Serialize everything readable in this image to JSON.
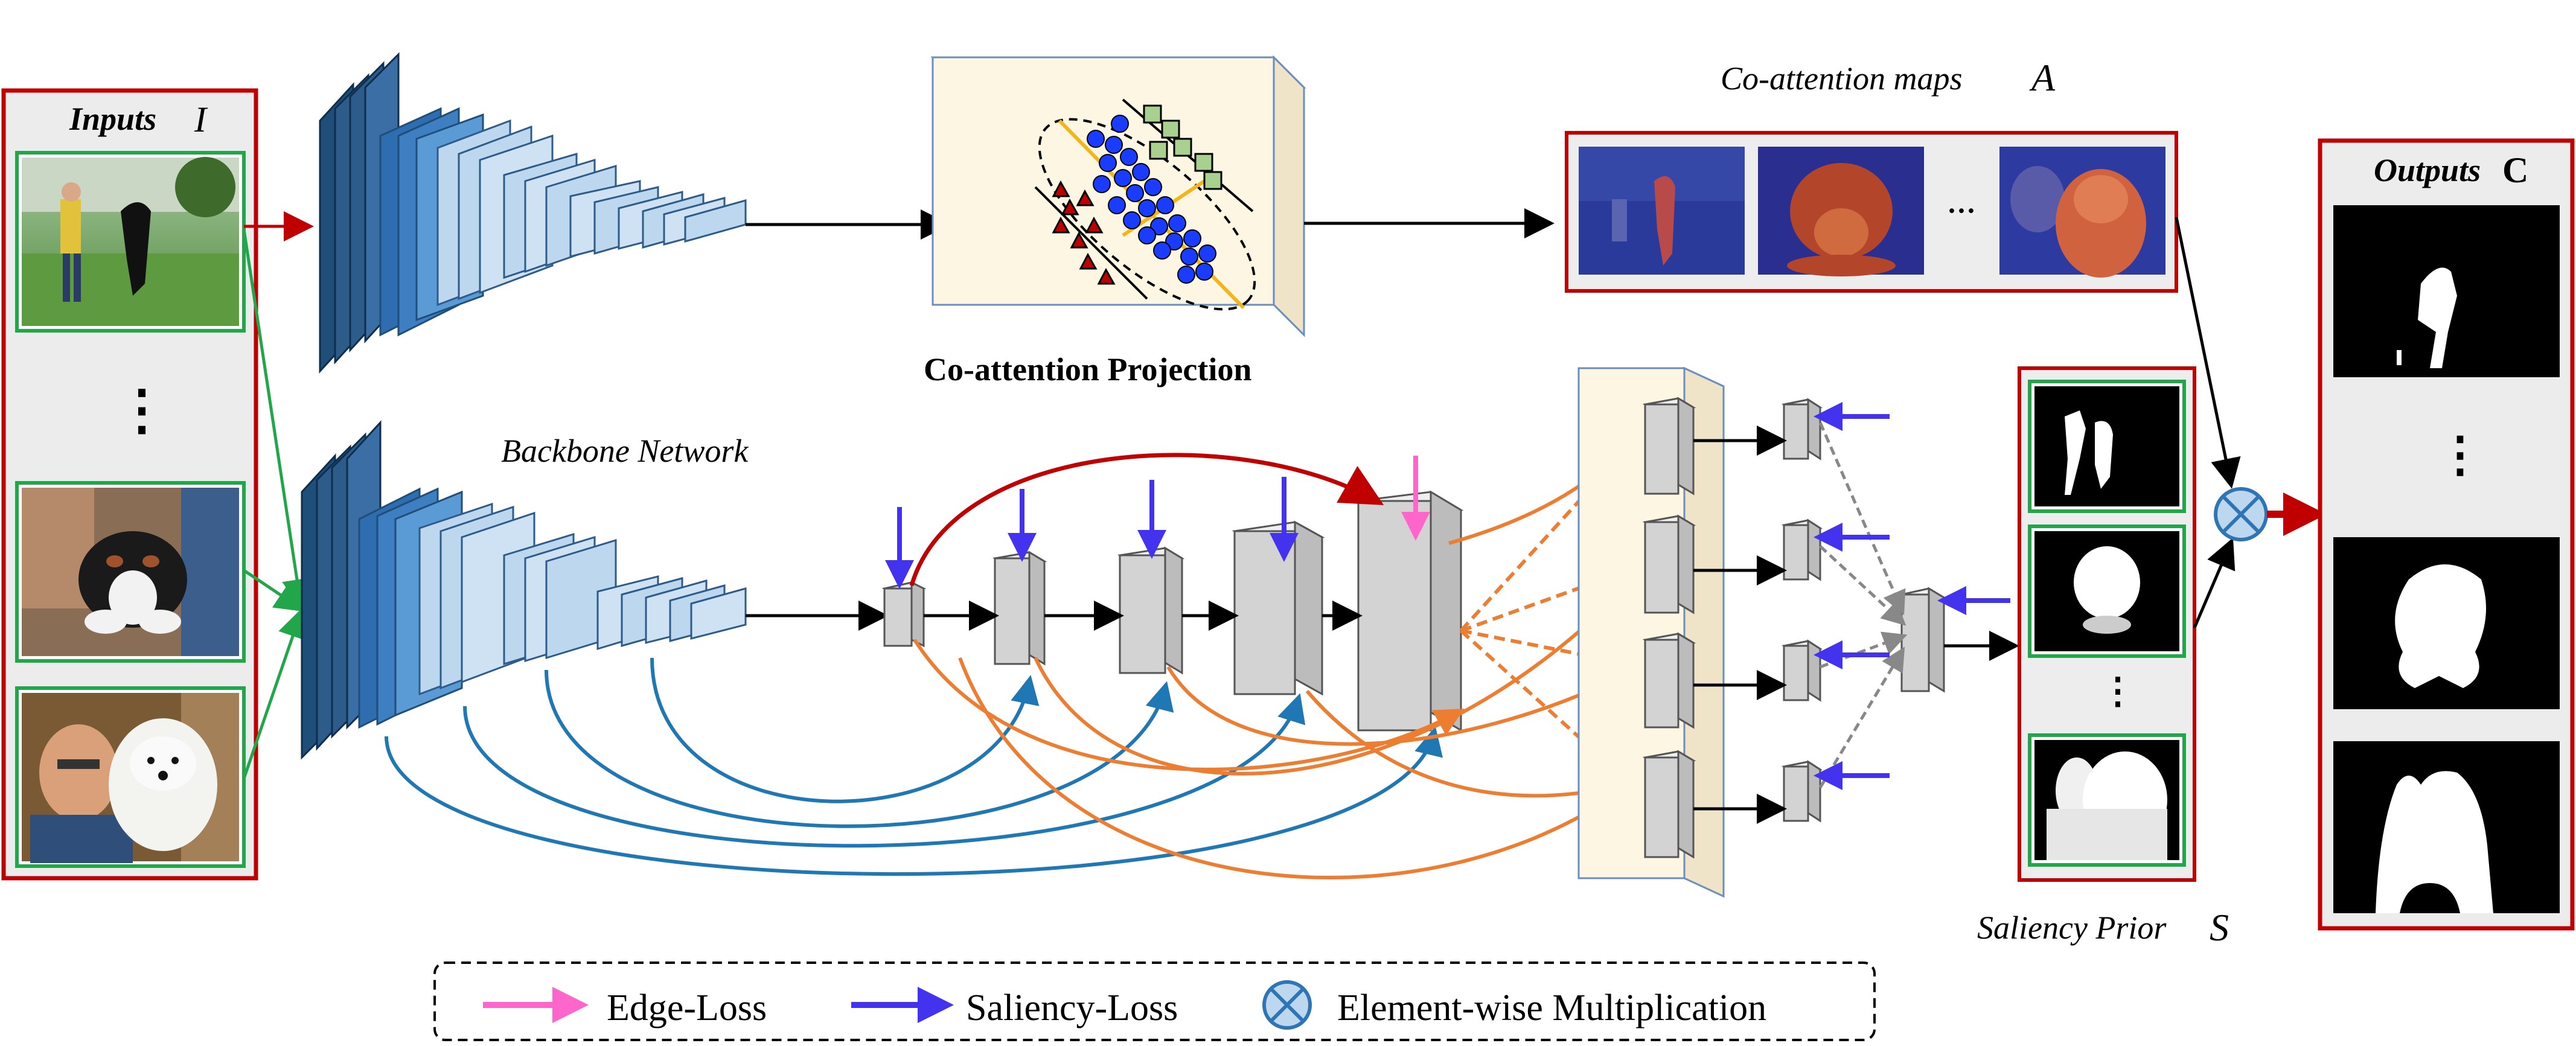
{
  "inputs": {
    "label": "Inputs",
    "symbol": "I",
    "ellipsis": "⋮",
    "frame_color": "#c00000",
    "thumb_frame_color": "#22a64a"
  },
  "co_attention": {
    "maps_label": "Co-attention maps",
    "maps_symbol": "A",
    "map_ellipsis": "···",
    "projection_label": "Co-attention Projection"
  },
  "backbone": {
    "label": "Backbone Network"
  },
  "saliency": {
    "label": "Saliency Prior",
    "symbol": "S",
    "ellipsis": "⋮"
  },
  "outputs": {
    "label": "Outputs",
    "symbol": "C",
    "ellipsis": "⋮"
  },
  "legend": {
    "edge_loss": "Edge-Loss",
    "saliency_loss": "Saliency-Loss",
    "multiplication": "Element-wise Multiplication",
    "edge_color": "#ff66cc",
    "saliency_color": "#4433ee",
    "multiply_color": "#2e75b6"
  },
  "colors": {
    "dark_blue": "#2e5c8a",
    "mid_blue": "#5b9bd5",
    "light_blue": "#bdd7ee",
    "red": "#c00000",
    "green": "#22a64a",
    "orange": "#ed7d31",
    "curve_blue": "#1f78b4",
    "gray_block": "#d0d0d0",
    "panel_cream": "#fdf6e3"
  }
}
